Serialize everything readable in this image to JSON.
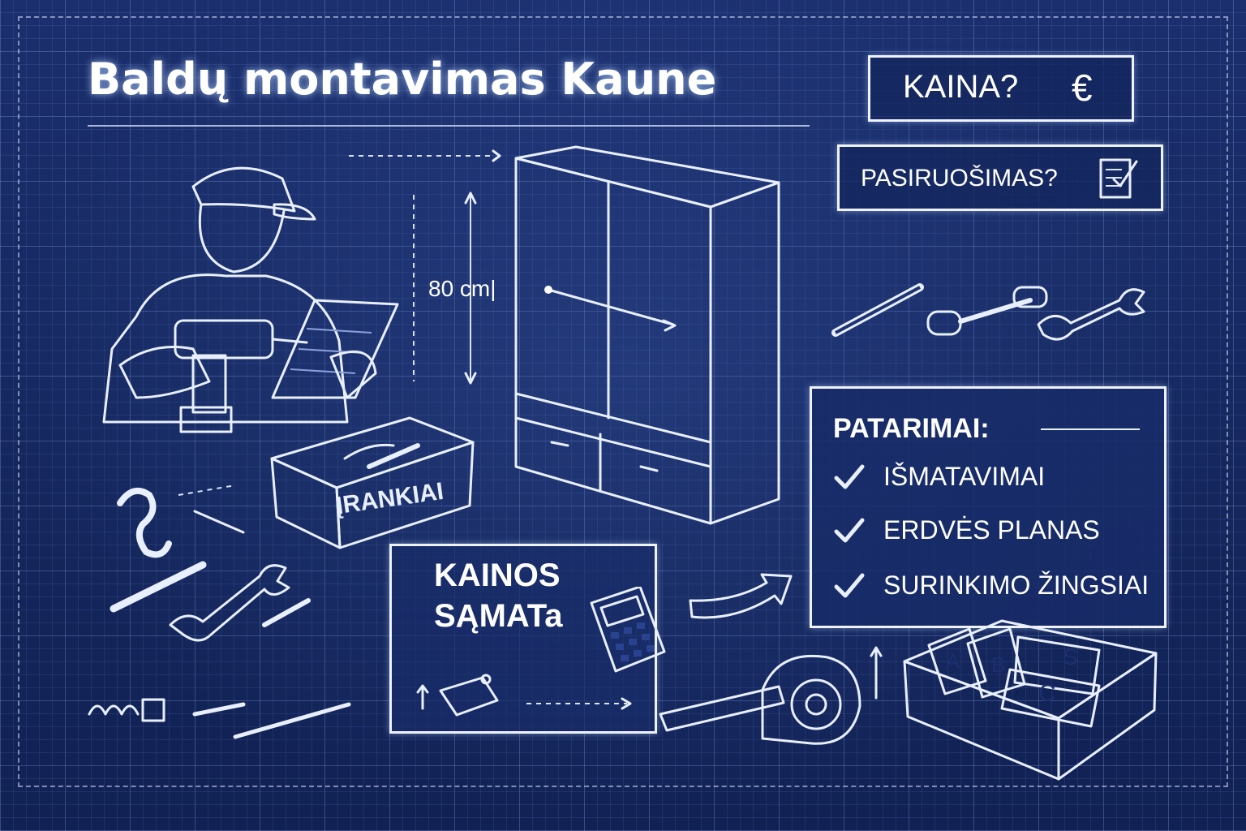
{
  "title": "Baldų montavimas Kaune",
  "price_box": {
    "label": "KAINA?",
    "icon": "euro-icon",
    "symbol": "€"
  },
  "prep_box": {
    "label": "PASIRUOŠIMAS?",
    "icon": "checklist-icon"
  },
  "dimension": {
    "label": "80 cm|"
  },
  "toolbox": {
    "label": "ĮRANKIAI"
  },
  "estimate_box": {
    "line1": "KAINOS",
    "line2": "SĄMATa",
    "icon": "calculator-icon"
  },
  "tips": {
    "heading": "PATARIMAI:",
    "items": [
      {
        "label": "IŠMATAVIMAI",
        "icon": "check-icon"
      },
      {
        "label": "ERDVĖS PLANAS",
        "icon": "check-icon"
      },
      {
        "label": "SURINKIMO ŽINGSIAI",
        "icon": "check-icon"
      }
    ]
  },
  "folder_tabs": [
    "A",
    "B",
    "S",
    "C"
  ],
  "colors": {
    "background": "#14265c",
    "line": "#e8efff",
    "accent": "#ffffff"
  }
}
